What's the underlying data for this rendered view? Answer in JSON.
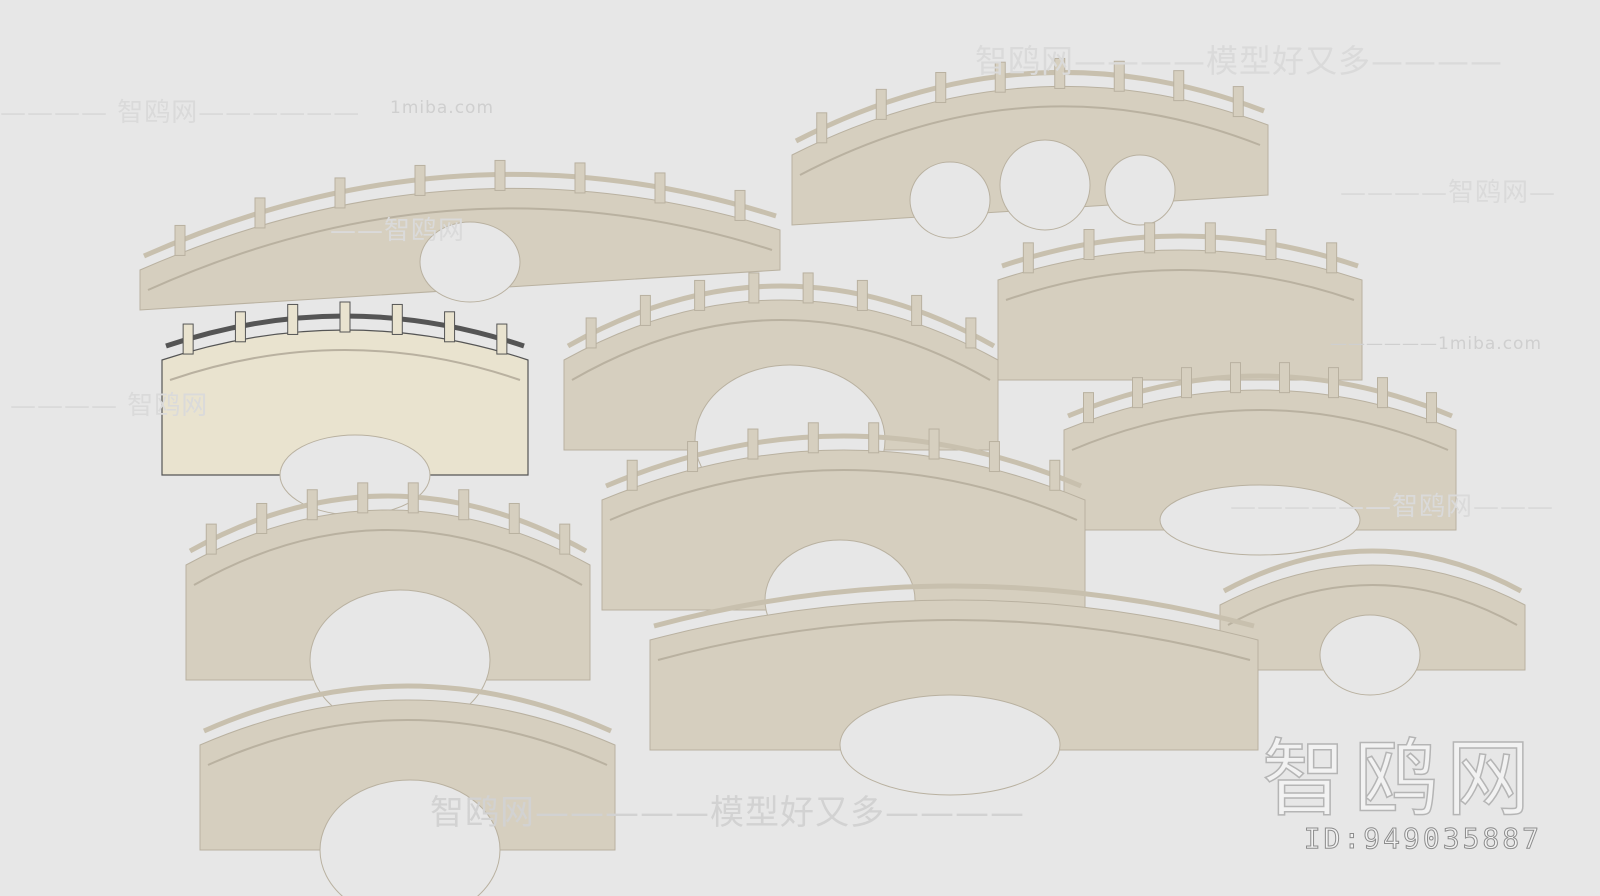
{
  "scene": {
    "background_color": "#e7e7e7",
    "stone_color": "#d6cfbf",
    "stone_shadow_color": "#b9b1a0",
    "bridge_count": 11
  },
  "watermarks": {
    "site_top_left": "———— 智鸥网——————",
    "domain_top_left": "1miba.com",
    "top_center": "智鸥网————模型好又多————",
    "right_upper": "————智鸥网—",
    "right_mid": "——————1miba.com",
    "left_mid": "———— 智鸥网",
    "center_upper": "——智鸥网",
    "right_lower": "——————智鸥网———",
    "bottom_center": "智鸥网—————模型好又多————",
    "big_logo": "智鸥网",
    "id_label": "ID:949035887"
  }
}
